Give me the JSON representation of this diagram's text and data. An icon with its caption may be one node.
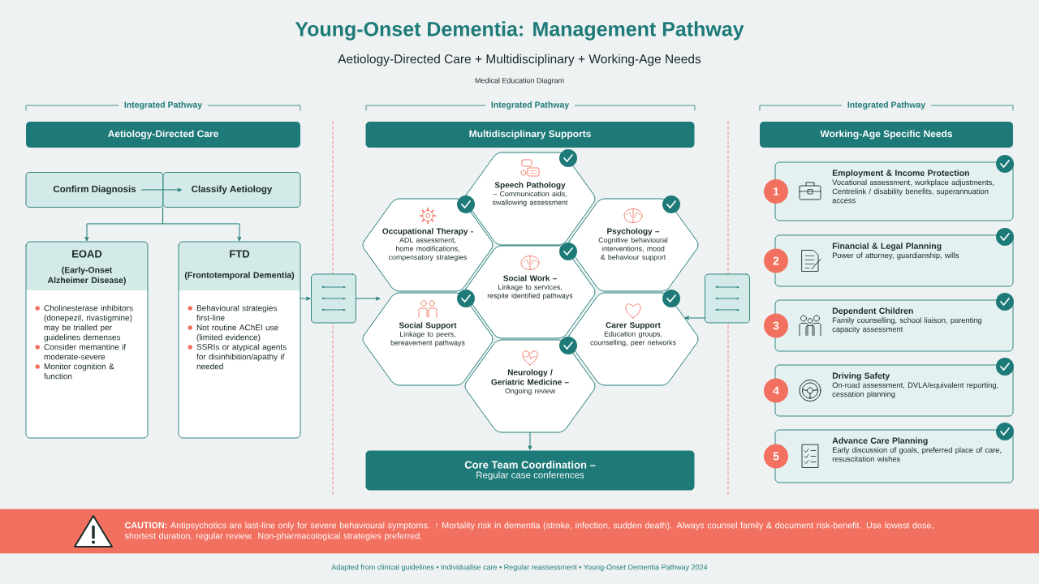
{
  "diagram": {
    "title": "Young-Onset Dementia: Management Pathway",
    "nodes": [
      {
        "text": [
          "Aetiology-Directed Care"
        ]
      },
      {
        "text": [
          "Confirm Diagnosis"
        ]
      },
      {
        "text": [
          "Classify Aetiology"
        ]
      },
      {
        "text": [
          "EOAD",
          "(Early-Onset Alzheimer Disease)",
          "Cholinesterase inhibitors (donepezil, rivastigmine) may be trialled per guidelines demenses",
          "Consider memantine if moderate-severe",
          "Monitor cognition & function"
        ]
      },
      {
        "text": [
          "FTD",
          "(Frontotemporal Dementia)",
          "Behavioural strategies first-line",
          "Not routine AChEI use (limited evidence)",
          "SSRIs or atypical agents for disinhibition/apathy if needed"
        ]
      },
      {
        "text": [],
        "shape": "box"
      },
      {
        "text": [
          "Multidisciplinary Supports"
        ]
      },
      {
        "text": [
          "Speech Pathology",
          "– Communication aids, swallowing assessment"
        ]
      },
      {
        "text": [
          "Occupational Therapy -",
          "ADL assessment, home modifications, compensatory strategies"
        ]
      },
      {
        "text": [
          "Psychology –",
          "Cognitive behavioural interventions, mood & behaviour support"
        ]
      },
      {
        "text": [
          "Social Work –",
          "Linkage to services, respite identified pathways"
        ]
      },
      {
        "text": [
          "Social Support",
          "Linkage to peers, bereavement pathways"
        ]
      },
      {
        "text": [
          "Carer Support",
          "Education groups, counselling, peer networks"
        ]
      },
      {
        "text": [
          "Neurology / Geriatric Medicine –",
          "Ongoing review"
        ]
      },
      {
        "text": [
          "Core Team Coordination –",
          "Regular case conferences"
        ]
      },
      {
        "text": [],
        "shape": "box"
      },
      {
        "text": [
          "Working-Age Specific Needs"
        ]
      },
      {
        "text": [
          "1",
          "Employment & Income Protection",
          "Vocational assessment, workplace adjustments, Centrelink / disability benefits, superannuation access"
        ]
      },
      {
        "text": [
          "2",
          "Financial & Legal Planning",
          "Power of attorney, guardianship, wills"
        ]
      },
      {
        "text": [
          "3",
          "Dependent Children",
          "Family counselling, school liaison, parenting capacity assessment"
        ]
      },
      {
        "text": [
          "4",
          "Driving Safety",
          "On-road assessment, DVLA/equivalent reporting, cessation planning"
        ]
      },
      {
        "text": [
          "5",
          "Advance Care Planning",
          "Early discussion of goals, preferred place of care, resuscitation wishes"
        ]
      },
      {
        "text": [
          "**CAUTION:** Antipsychotics are last-line only for severe behavioural symptoms. ↑ Mortality risk in dementia (stroke, infection, sudden death). Always counsel family & document risk-benefit. Use lowest dose, shortest duration, regular review. Non-pharmacological strategies preferred."
        ]
      }
    ],
    "edges": [
      {
        "from": 1,
        "to": 2,
        "arrow": "to"
      },
      {
        "from": 2,
        "to": 3,
        "arrow": "to"
      },
      {
        "from": 2,
        "to": 4,
        "arrow": "to"
      },
      {
        "from": 4,
        "to": 5,
        "arrow": "to"
      },
      {
        "from": 5,
        "to": 11,
        "arrow": "to"
      },
      {
        "from": 15,
        "to": 12,
        "arrow": "to"
      },
      {
        "from": 13,
        "to": 14,
        "arrow": "to"
      }
    ],
    "labels": [
      "Aetiology-Directed Care + Multidisciplinary + Working-Age Needs",
      "Medical Education Diagram",
      "Integrated Pathway",
      "Integrated Pathway",
      "Integrated Pathway",
      "Adapted from clinical guidelines • Individualise care • Regular reassessment • Young-Onset Dementia Pathway 2024"
    ]
  }
}
